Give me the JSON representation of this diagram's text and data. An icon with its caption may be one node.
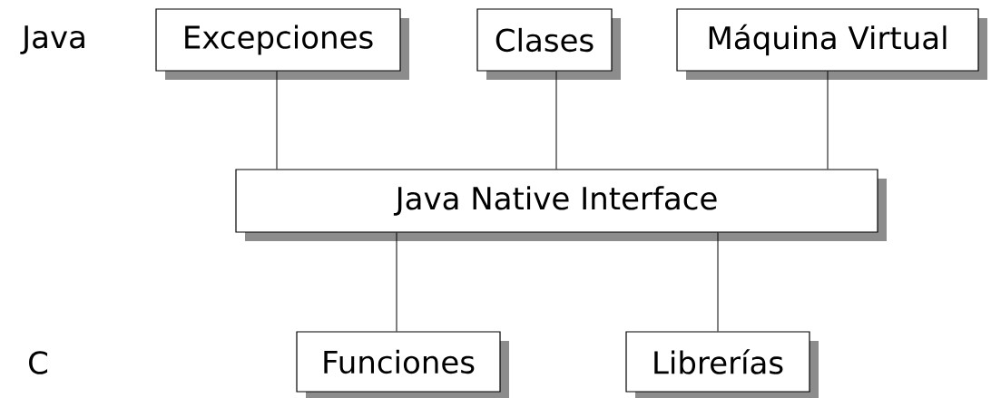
{
  "diagram": {
    "nodes": [
      {
        "text": [
          "Excepciones"
        ]
      },
      {
        "text": [
          "Clases"
        ]
      },
      {
        "text": [
          "Máquina Virtual"
        ]
      },
      {
        "text": [
          "Java Native Interface"
        ]
      },
      {
        "text": [
          "Funciones"
        ]
      },
      {
        "text": [
          "Librerías"
        ]
      }
    ],
    "edges": [
      {
        "from": 0,
        "to": 3,
        "arrow": "none"
      },
      {
        "from": 1,
        "to": 3,
        "arrow": "none"
      },
      {
        "from": 2,
        "to": 3,
        "arrow": "none"
      },
      {
        "from": 3,
        "to": 4,
        "arrow": "none"
      },
      {
        "from": 3,
        "to": 5,
        "arrow": "none"
      }
    ],
    "labels": [
      "Java",
      "C"
    ]
  }
}
